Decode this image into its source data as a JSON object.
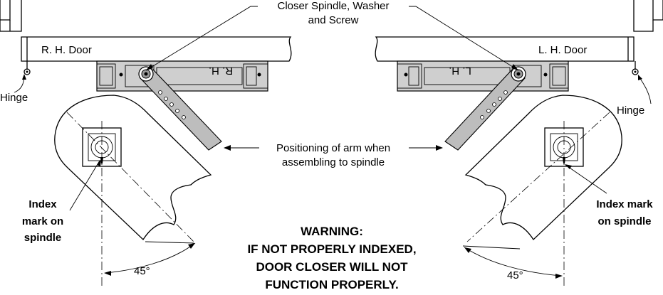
{
  "labels": {
    "spindle_line1": "Closer Spindle, Washer",
    "spindle_line2": "and Screw",
    "rh_door": "R. H. Door",
    "lh_door": "L. H. Door",
    "hinge_left": "Hinge",
    "hinge_right": "Hinge",
    "rh_mark": "R. H.",
    "lh_mark": "L. H.",
    "positioning_line1": "Positioning of arm when",
    "positioning_line2": "assembling to spindle",
    "index_left_1": "Index",
    "index_left_2": "mark on",
    "index_left_3": "spindle",
    "index_right_1": "Index mark",
    "index_right_2": "on spindle",
    "angle_left": "45°",
    "angle_right": "45°"
  },
  "warning": {
    "line1": "WARNING:",
    "line2": "IF NOT PROPERLY INDEXED,",
    "line3": "DOOR CLOSER WILL NOT",
    "line4": "FUNCTION PROPERLY."
  }
}
